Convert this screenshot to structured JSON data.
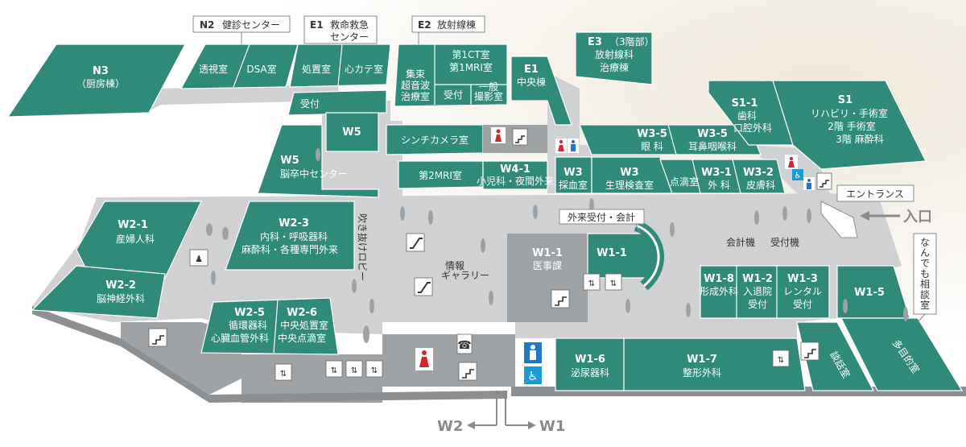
{
  "colors": {
    "room": "#2f8a7a",
    "floor": "#cfd1d3",
    "walls": "#8d9093",
    "male_sign": "#1f78c8",
    "female_sign": "#d8262e",
    "accessible_sign": "#1a9bd7"
  },
  "callouts": {
    "n2": {
      "code": "N2",
      "name": "健診センター"
    },
    "e1": {
      "code": "E1",
      "name_line1": "救命救急",
      "name_line2": "センター"
    },
    "e2": {
      "code": "E2",
      "name": "放射線棟"
    },
    "entrance": "エントランス",
    "entry": "入口",
    "reception": "外来受付・会計",
    "consult": "なんでも相談室"
  },
  "rooms": {
    "n3": {
      "code": "N3",
      "name": "（厨房棟）"
    },
    "fluoro": "透視室",
    "dsa": "DSA室",
    "treatment": "処置室",
    "cardiac_cath": "心カテ室",
    "reception_desk": "受付",
    "e2_ct": "第1CT室",
    "e2_mri": "第1MRI室",
    "e2_focused_us_l1": "集束",
    "e2_focused_us_l2": "超音波",
    "e2_focused_us_l3": "治療室",
    "e2_reception": "受付",
    "e2_general_l1": "一般",
    "e2_general_l2": "撮影室",
    "e1": {
      "code": "E1",
      "name": "中央棟"
    },
    "e3": {
      "code": "E3",
      "floor": "（3階部）",
      "name_l1": "放射線科",
      "name_l2": "治療棟"
    },
    "w5_small": "W5",
    "scinti": "シンチカメラ室",
    "mri2": "第2MRI室",
    "w5": {
      "code": "W5",
      "name": "脳卒中センター"
    },
    "w4_1": {
      "code": "W4-1",
      "name": "小児科・夜間外来"
    },
    "w3_blood": {
      "code": "W3",
      "name": "採血室"
    },
    "w3_phys": {
      "code": "W3",
      "name": "生理検査室"
    },
    "w3_5_eye": {
      "code": "W3-5",
      "name": "眼 科"
    },
    "w3_5_ent": {
      "code": "W3-5",
      "name": "耳鼻咽喉科"
    },
    "w3_1": {
      "code": "W3-1",
      "name": "外 科"
    },
    "w3_2": {
      "code": "W3-2",
      "name": "皮膚科"
    },
    "drip": "点滴室",
    "s1_1": {
      "code": "S1-1",
      "name_l1": "歯科",
      "name_l2": "口腔外科"
    },
    "s1": {
      "code": "S1",
      "name_l1": "リハビリ・手術室",
      "name_l2": "2階 手術室",
      "name_l3": "3階 麻酔科"
    },
    "w2_1": {
      "code": "W2-1",
      "name": "産婦人科"
    },
    "w2_3": {
      "code": "W2-3",
      "name_l1": "内科・呼吸器科",
      "name_l2": "麻酔科・各種専門外来"
    },
    "w2_2": {
      "code": "W2-2",
      "name": "脳神経外科"
    },
    "w2_5": {
      "code": "W2-5",
      "name_l1": "循環器科",
      "name_l2": "心臓血管外科"
    },
    "w2_6": {
      "code": "W2-6",
      "name_l1": "中央処置室",
      "name_l2": "中央点滴室"
    },
    "w1_1_a": {
      "code": "W1-1",
      "name": "医事課"
    },
    "w1_1_b": {
      "code": "W1-1"
    },
    "w1_8": {
      "code": "W1-8",
      "name": "形成外科"
    },
    "w1_2": {
      "code": "W1-2",
      "name_l1": "入退院",
      "name_l2": "受付"
    },
    "w1_3": {
      "code": "W1-3",
      "name_l1": "レンタル",
      "name_l2": "受付"
    },
    "w1_5": {
      "code": "W1-5"
    },
    "w1_6": {
      "code": "W1-6",
      "name": "泌尿器科"
    },
    "w1_7": {
      "code": "W1-7",
      "name": "整形外科"
    },
    "zaitaku": "談話室",
    "tamokuteki": "多目的室"
  },
  "labels": {
    "atrium_lobby": "吹き抜けロビー",
    "info_gallery_l1": "情報",
    "info_gallery_l2": "ギャラリー",
    "payment_machine": "会計機",
    "reception_machine": "受付機"
  },
  "directions": {
    "w2": "W2",
    "w1": "W1"
  },
  "icons": [
    "elevator-icon",
    "escalator-icon",
    "restroom-male-icon",
    "restroom-female-icon",
    "accessible-icon",
    "phone-icon",
    "stairs-icon"
  ]
}
